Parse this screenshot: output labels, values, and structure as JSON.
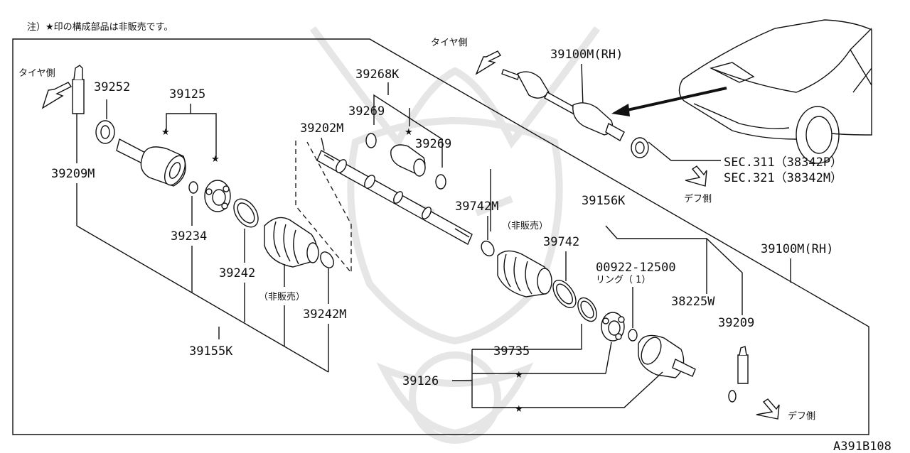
{
  "note": "注）★印の構成部品は非販売です。",
  "figure_id": "A391B108",
  "directions": {
    "tire_side": "タイヤ側",
    "diff_side": "デフ側"
  },
  "sections": [
    "SEC.311（38342P）",
    "SEC.321（38342M）"
  ],
  "not_sold": "（非販売）",
  "ring_note": "リング（ 1）",
  "star": "★",
  "parts": {
    "p39252": "39252",
    "p39125": "39125",
    "p39209M": "39209M",
    "p39234": "39234",
    "p39242": "39242",
    "p39242M": "39242M",
    "p39155K": "39155K",
    "p39268K": "39268K",
    "p39269a": "39269",
    "p39269b": "39269",
    "p39202M": "39202M",
    "p39742M": "39742M",
    "p39742": "39742",
    "p39156K": "39156K",
    "p39100M_top": "39100M(RH)",
    "p39100M_right": "39100M(RH)",
    "p00922": "00922-12500",
    "p38225W": "38225W",
    "p39209": "39209",
    "p39735": "39735",
    "p39126": "39126"
  }
}
